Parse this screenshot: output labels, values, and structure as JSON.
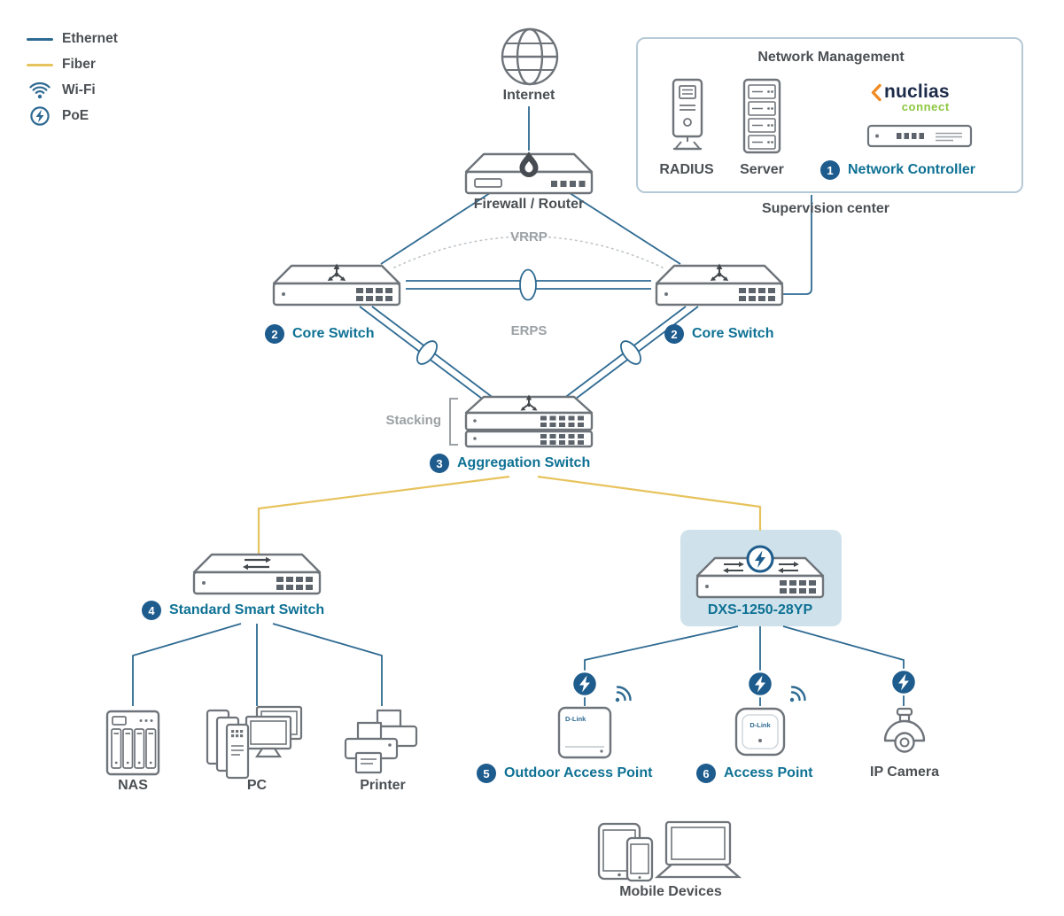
{
  "legend": {
    "ethernet": "Ethernet",
    "fiber": "Fiber",
    "wifi": "Wi-Fi",
    "poe": "PoE"
  },
  "colors": {
    "ethernet_line": "#2e6a92",
    "fiber_line": "#e7c35d",
    "accent_teal": "#0e7194",
    "badge_blue": "#1e5c8e",
    "poe_blue": "#1d5c8c",
    "highlight_bg": "#cfe2eb",
    "device_stroke": "#6e747a",
    "text_gray": "#4b5054",
    "text_muted": "#9ba1a5",
    "nuclias_navy": "#1c2b4a",
    "nuclias_green": "#8cc63f",
    "nuclias_orange": "#f08a24"
  },
  "nodes": {
    "internet": {
      "label": "Internet"
    },
    "firewall": {
      "label": "Firewall / Router"
    },
    "core_switch_left": {
      "badge": "2",
      "label": "Core Switch"
    },
    "core_switch_right": {
      "badge": "2",
      "label": "Core Switch"
    },
    "aggregation_switch": {
      "badge": "3",
      "label": "Aggregation Switch"
    },
    "standard_smart_switch": {
      "badge": "4",
      "label": "Standard Smart Switch"
    },
    "dxs_switch": {
      "label": "DXS-1250-28YP"
    },
    "nas": {
      "label": "NAS"
    },
    "pc": {
      "label": "PC"
    },
    "printer": {
      "label": "Printer"
    },
    "outdoor_access_point": {
      "badge": "5",
      "label": "Outdoor Access Point"
    },
    "access_point": {
      "badge": "6",
      "label": "Access Point"
    },
    "ip_camera": {
      "label": "IP Camera"
    },
    "mobile_devices": {
      "label": "Mobile Devices"
    }
  },
  "management": {
    "title": "Network Management",
    "radius": "RADIUS",
    "server": "Server",
    "controller": {
      "badge": "1",
      "label": "Network Controller"
    },
    "brand": {
      "name": "nuclias",
      "sub": "connect"
    },
    "caption": "Supervision center"
  },
  "annotations": {
    "vrrp": "VRRP",
    "erps": "ERPS",
    "stacking": "Stacking"
  },
  "device_brand": "D-Link"
}
